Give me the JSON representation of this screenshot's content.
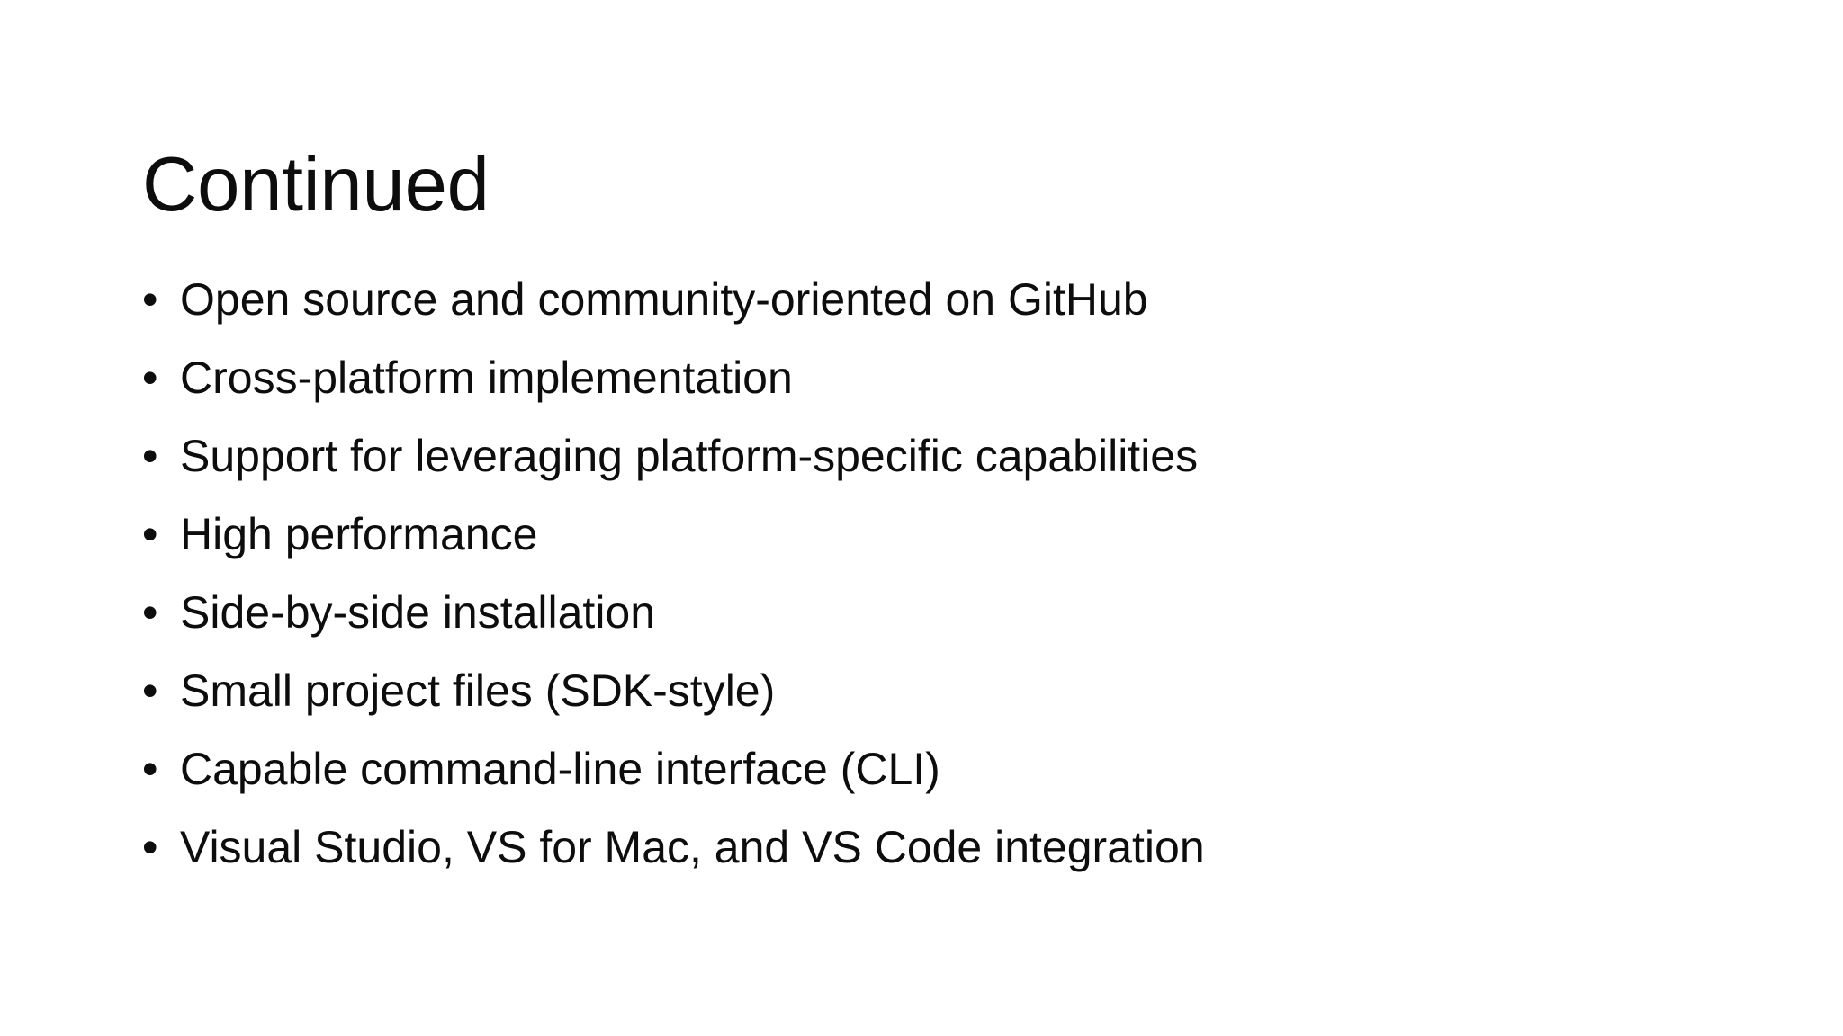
{
  "slide": {
    "background_color": "#ffffff",
    "text_color": "#0d0d0d",
    "title": "Continued",
    "bullet_marker": "•",
    "bullets": [
      {
        "text": "Open source and community-oriented on GitHub"
      },
      {
        "text": "Cross-platform implementation"
      },
      {
        "text": "Support for leveraging platform-specific capabilities"
      },
      {
        "text": "High performance"
      },
      {
        "text": "Side-by-side installation"
      },
      {
        "text": "Small project files (SDK-style)"
      },
      {
        "text": "Capable command-line interface (CLI)"
      },
      {
        "text": "Visual Studio, VS for Mac, and VS Code integration"
      }
    ]
  }
}
